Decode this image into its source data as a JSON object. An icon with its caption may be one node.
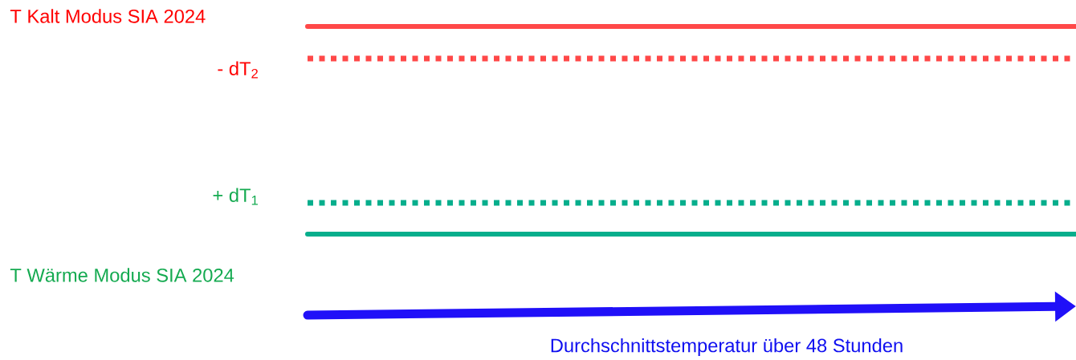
{
  "diagram": {
    "labels": [
      "T Kalt Modus SIA 2024",
      "- dT$_{2}$",
      "+ dT$_{1}$",
      "T Wärme Modus SIA 2024",
      "Durchschnittstemperatur über 48 Stunden"
    ]
  }
}
